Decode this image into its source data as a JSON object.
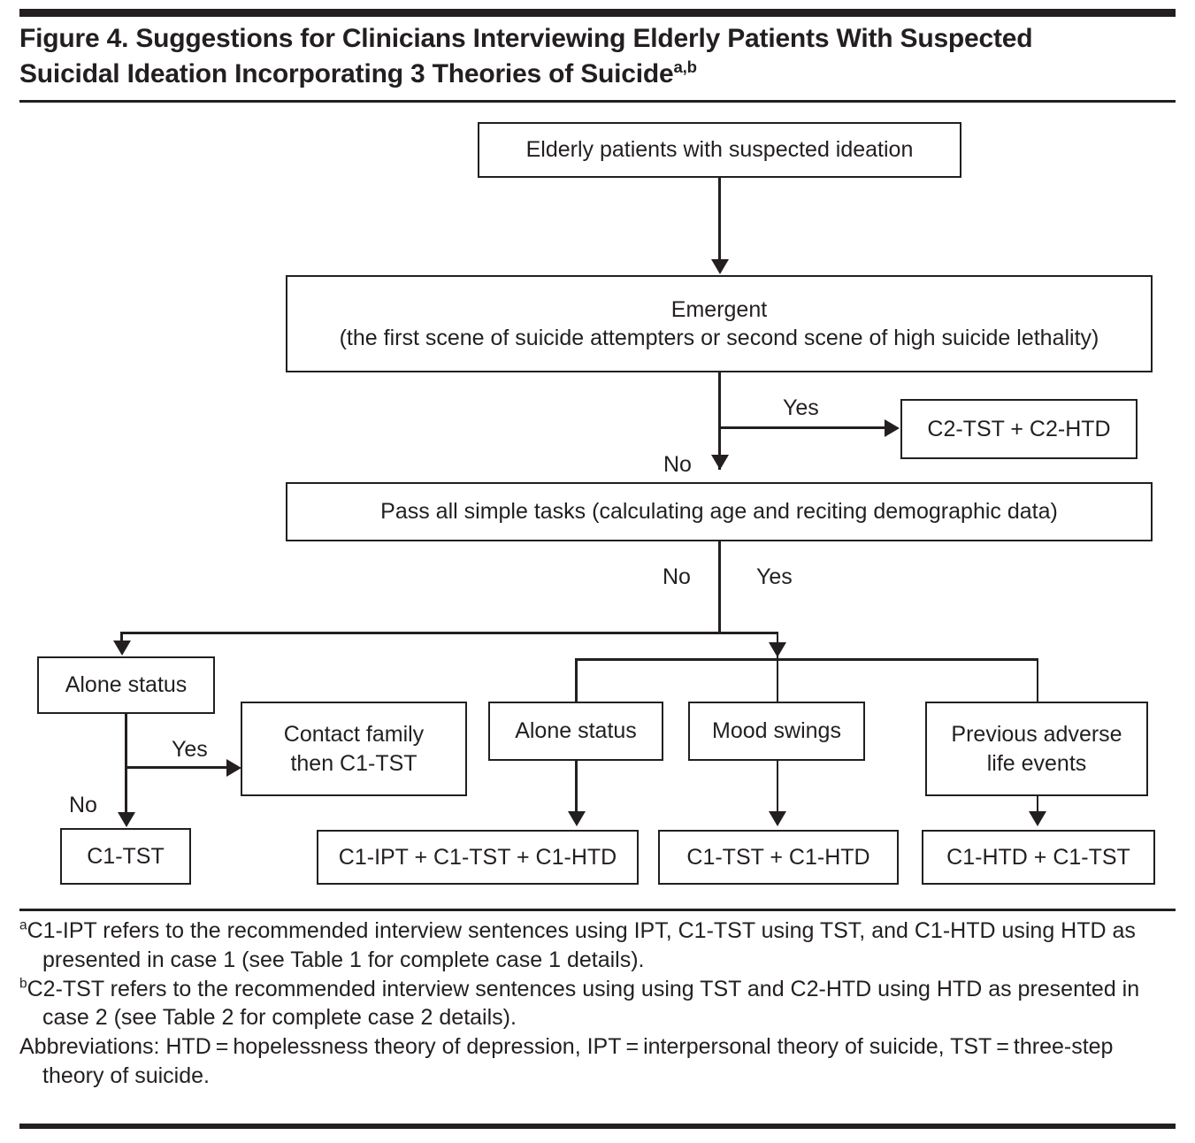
{
  "figure": {
    "title_line1": "Figure 4. Suggestions for Clinicians Interviewing Elderly Patients With Suspected",
    "title_line2": "Suicidal Ideation Incorporating 3 Theories of Suicide",
    "title_superscript": "a,b"
  },
  "flowchart": {
    "nodes": {
      "start": "Elderly patients with suspected ideation",
      "emergent_line1": "Emergent",
      "emergent_line2": "(the first scene of suicide attempters or second scene of high suicide lethality)",
      "c2_combo": "C2-TST + C2-HTD",
      "simple_tasks": "Pass all simple tasks (calculating age and reciting demographic data)",
      "alone_status_left": "Alone status",
      "contact_family_line1": "Contact family",
      "contact_family_line2": "then C1-TST",
      "c1_tst": "C1-TST",
      "alone_status_right": "Alone status",
      "mood_swings": "Mood swings",
      "previous_adverse_line1": "Previous adverse",
      "previous_adverse_line2": "life events",
      "c1_ipt_tst_htd": "C1-IPT + C1-TST + C1-HTD",
      "c1_tst_htd": "C1-TST + C1-HTD",
      "c1_htd_tst": "C1-HTD + C1-TST"
    },
    "edge_labels": {
      "emergent_yes": "Yes",
      "emergent_no": "No",
      "tasks_no": "No",
      "tasks_yes": "Yes",
      "alone_yes": "Yes",
      "alone_no": "No"
    }
  },
  "footnotes": {
    "a_marker": "a",
    "a_text": "C1-IPT refers to the recommended interview sentences using IPT, C1-TST using TST, and C1-HTD using HTD as presented in case 1 (see Table 1 for complete case 1 details).",
    "b_marker": "b",
    "b_text": "C2-TST refers to the recommended interview sentences using using TST and C2-HTD using HTD as presented in case 2 (see Table 2 for complete case 2 details).",
    "abbreviations": "Abbreviations: HTD = hopelessness theory of depression, IPT = interpersonal theory of suicide, TST = three-step theory of suicide."
  },
  "colors": {
    "ink": "#231f20",
    "background": "#ffffff"
  }
}
